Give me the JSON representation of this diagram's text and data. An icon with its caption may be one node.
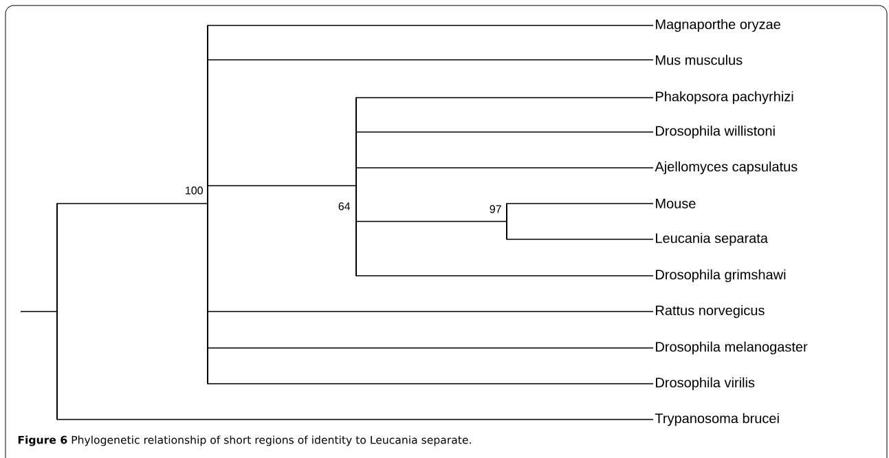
{
  "diagram": {
    "caption": "**Figure 6** Phylogenetic relationship of short regions of identity to Leucania separate.",
    "nodes": [
      {
        "text": [],
        "shape": "bar"
      },
      {
        "text": [],
        "shape": "bar",
        "beside": [
          "100"
        ]
      },
      {
        "text": [
          "Magnaporthe oryzae"
        ]
      },
      {
        "text": [
          "Mus musculus"
        ]
      },
      {
        "text": [],
        "shape": "bar",
        "beside": [
          "64"
        ]
      },
      {
        "text": [
          "Phakopsora pachyrhizi"
        ]
      },
      {
        "text": [
          "Drosophila willistoni"
        ]
      },
      {
        "text": [
          "Ajellomyces capsulatus"
        ]
      },
      {
        "text": [],
        "shape": "bar",
        "beside": [
          "97"
        ]
      },
      {
        "text": [
          "Mouse"
        ]
      },
      {
        "text": [
          "Leucania separata"
        ]
      },
      {
        "text": [
          "Drosophila grimshawi"
        ]
      },
      {
        "text": [
          "Rattus norvegicus"
        ]
      },
      {
        "text": [
          "Drosophila melanogaster"
        ]
      },
      {
        "text": [
          "Drosophila virilis"
        ]
      },
      {
        "text": [
          "Trypanosoma brucei"
        ]
      }
    ],
    "edges": [
      {
        "from": null,
        "to": 0,
        "arrow": "none"
      },
      {
        "from": 0,
        "to": 1,
        "arrow": "none"
      },
      {
        "from": 0,
        "to": 15,
        "arrow": "none"
      },
      {
        "from": 1,
        "to": 2,
        "arrow": "none"
      },
      {
        "from": 1,
        "to": 3,
        "arrow": "none"
      },
      {
        "from": 1,
        "to": 4,
        "arrow": "none"
      },
      {
        "from": 1,
        "to": 12,
        "arrow": "none"
      },
      {
        "from": 1,
        "to": 13,
        "arrow": "none"
      },
      {
        "from": 1,
        "to": 14,
        "arrow": "none"
      },
      {
        "from": 4,
        "to": 5,
        "arrow": "none"
      },
      {
        "from": 4,
        "to": 6,
        "arrow": "none"
      },
      {
        "from": 4,
        "to": 7,
        "arrow": "none"
      },
      {
        "from": 4,
        "to": 8,
        "arrow": "none"
      },
      {
        "from": 4,
        "to": 11,
        "arrow": "none"
      },
      {
        "from": 8,
        "to": 9,
        "arrow": "none"
      },
      {
        "from": 8,
        "to": 10,
        "arrow": "none"
      }
    ]
  }
}
